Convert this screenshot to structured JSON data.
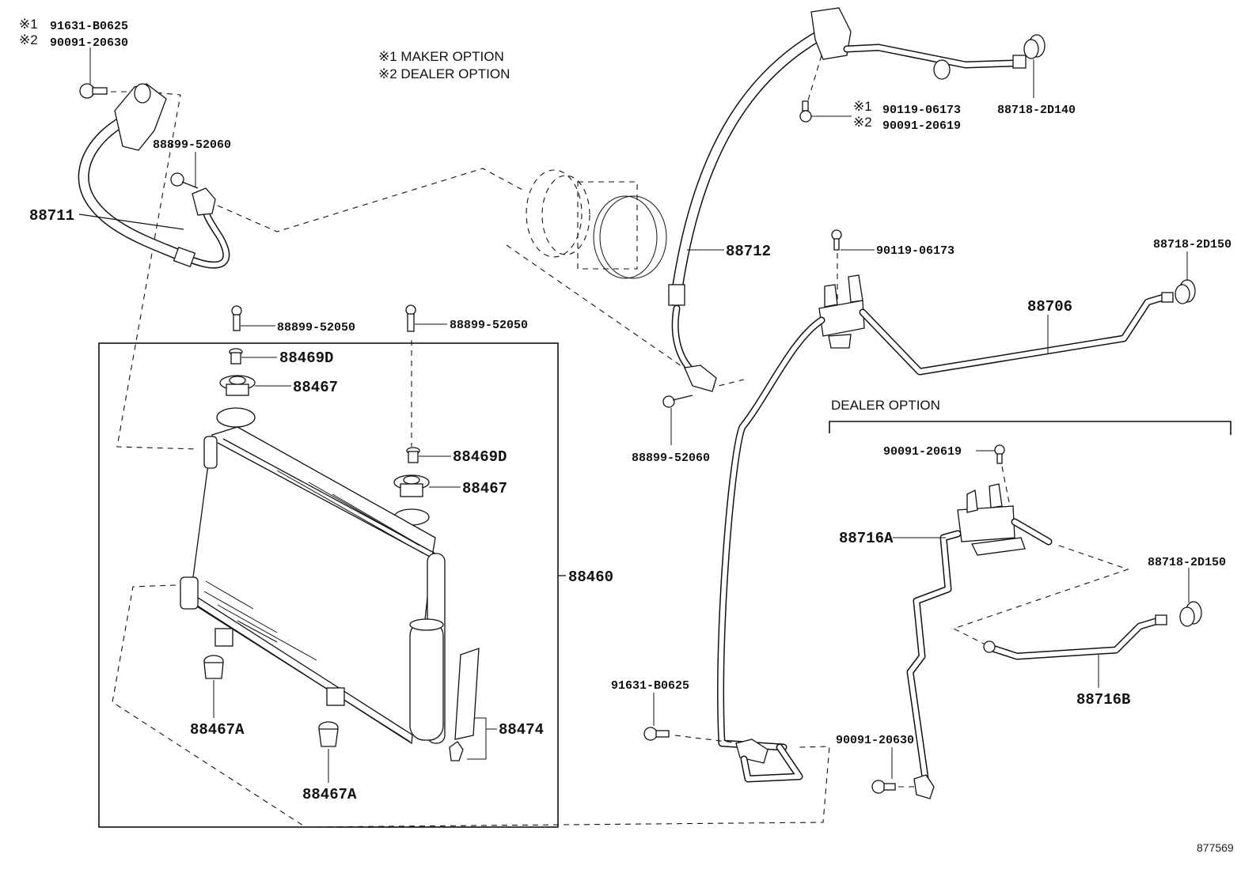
{
  "diagram": {
    "type": "exploded parts diagram",
    "subject": "Air conditioner condenser, compressor lines and piping",
    "footer_id": "877569",
    "legend": {
      "note1": "※1 MAKER OPTION",
      "note2": "※2 DEALER OPTION"
    },
    "dealer_option_heading": "DEALER OPTION",
    "callouts": {
      "top_left_bolt_m1": "91631-B0625",
      "top_left_bolt_m2": "90091-20630",
      "top_left_mark1": "※1",
      "top_left_mark2": "※2",
      "hose_88711": "88711",
      "bolt_left_52060": "88899-52060",
      "bolt_52050_left": "88899-52050",
      "bolt_52050_right": "88899-52050",
      "cushion_88469d_upper": "88469D",
      "cushion_88467_upper": "88467",
      "cushion_88469d_lower": "88469D",
      "cushion_88467_lower": "88467",
      "condenser_88460": "88460",
      "cushion_88467a_left": "88467A",
      "cushion_88467a_right": "88467A",
      "bracket_88474": "88474",
      "hose_88712": "88712",
      "bolt_mid_52060": "88899-52060",
      "top_right_mark1": "※1",
      "top_right_mark2": "※2",
      "top_right_bolt_m1": "90119-06173",
      "top_right_bolt_m2": "90091-20619",
      "cap_2d140": "88718-2D140",
      "bolt_90119": "90119-06173",
      "cap_2d150_upper": "88718-2D150",
      "pipe_88706": "88706",
      "bolt_dealer_20619": "90091-20619",
      "pipe_88716a": "88716A",
      "cap_2d150_lower": "88718-2D150",
      "pipe_88716b": "88716B",
      "bolt_bottom_b0625": "91631-B0625",
      "bolt_bottom_20630": "90091-20630"
    }
  }
}
